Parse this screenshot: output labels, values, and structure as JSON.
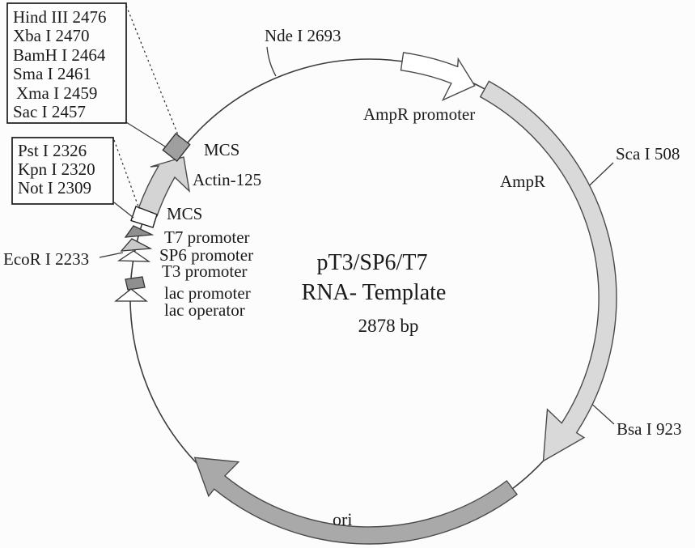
{
  "plasmid": {
    "name_line1": "pT3/SP6/T7",
    "name_line2": "RNA- Template",
    "size": "2878 bp"
  },
  "restriction_sites": {
    "nde": "Nde I 2693",
    "sca": "Sca I 508",
    "bsa": "Bsa I 923",
    "ecor": "EcoR I 2233",
    "mcs_upper_box": [
      "Hind III 2476",
      "Xba I 2470",
      "BamH I 2464",
      "Sma I 2461",
      "Xma I 2459",
      "Sac I 2457"
    ],
    "mcs_lower_box": [
      "Pst I 2326",
      "Kpn I 2320",
      "Not I 2309"
    ]
  },
  "features": {
    "ampr_promoter": "AmpR promoter",
    "ampr": "AmpR",
    "ori": "ori",
    "mcs_upper": "MCS",
    "actin": "Actin-125",
    "mcs_lower": "MCS",
    "t7": "T7 promoter",
    "sp6": "SP6 promoter",
    "t3": "T3 promoter",
    "lac_promoter": "lac promoter",
    "lac_operator": "lac operator"
  },
  "colors": {
    "background": "#fcfcfc",
    "backbone_stroke": "#3c3c3c",
    "ampr_fill": "#d9d9d9",
    "ampr_promoter_fill": "#ffffff",
    "ori_fill": "#a9a9a9",
    "actin_fill": "#d4d4d4",
    "mcs_diamond_fill": "#9f9f9f",
    "mcs_rect_fill": "#ffffff",
    "t7_fill": "#8f8f8f",
    "sp6_fill": "#c9c9c9",
    "t3_fill": "#ffffff",
    "lac_promoter_fill": "#8f8f8f",
    "lac_operator_fill": "#ffffff"
  }
}
